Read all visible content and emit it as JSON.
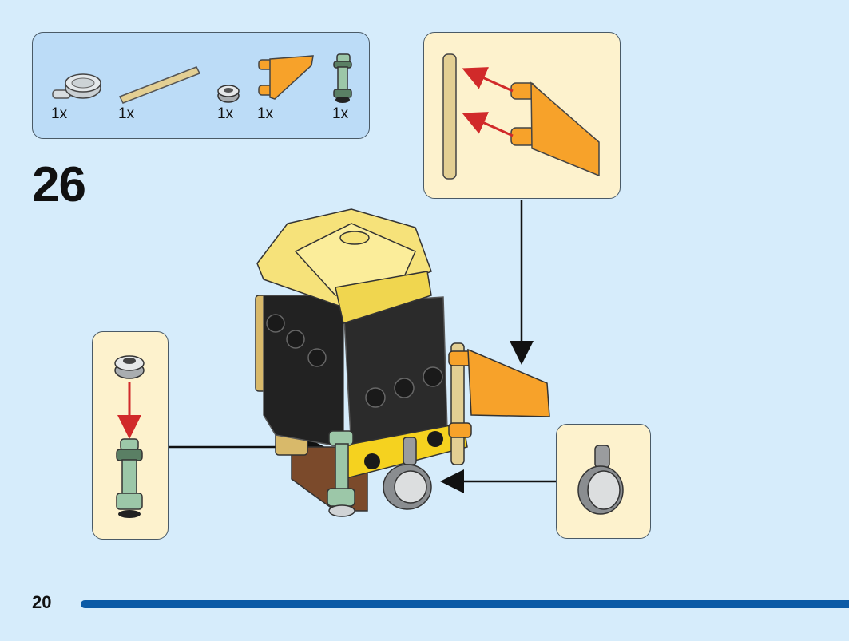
{
  "parts_list": {
    "items": [
      {
        "part": "clear round plate with shaft",
        "qty": "1x"
      },
      {
        "part": "tan bar",
        "qty": "1x"
      },
      {
        "part": "light gray round tile",
        "qty": "1x"
      },
      {
        "part": "orange flag with clips",
        "qty": "1x"
      },
      {
        "part": "sand green bar with stud ends",
        "qty": "1x"
      }
    ]
  },
  "step": {
    "number": "26"
  },
  "footer": {
    "page_number": "20"
  },
  "colors": {
    "background": "#d6ecfb",
    "parts_box": "#bcdcf7",
    "callout": "#fdf2cd",
    "progress_bar": "#0b5aa6",
    "arrow_red": "#d12a2a"
  }
}
